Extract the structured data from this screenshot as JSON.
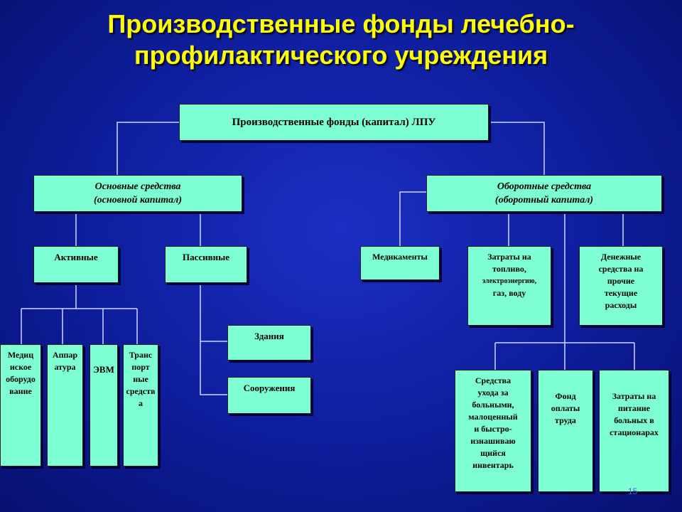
{
  "title": {
    "line1": "Производственные фонды лечебно-",
    "line2": "профилактического учреждения"
  },
  "boxes": {
    "root": "Производственные фонды (капитал) ЛПУ",
    "fixed_line1": "Основные средства",
    "fixed_line2": "(основной капитал)",
    "working_line1": "Оборотные средства",
    "working_line2": "(оборотный капитал)",
    "active": "Активные",
    "passive": "Пассивные",
    "medical_equipment": "Медиц\nиское\nоборудо\nвание",
    "apparatus": "Аппар\nатура",
    "computers": "ЭВМ",
    "transport": "Транс\nпорт\nные\nсредств\nа",
    "buildings": "Здания",
    "structures": "Сооружения",
    "medicines": "Медикаменты",
    "fuel_line1": "Затраты на\nтопливо,",
    "fuel_line2": "электроэнергию,",
    "fuel_line3": "газ, воду",
    "cash": "Денежные\nсредства на\nпрочие\nтекущие\nрасходы",
    "care_supplies": "Средства\nухода за\nбольными,\nмалоценный\nи быстро-\nизнашиваю\nщийся\nинвентарь",
    "payroll": "Фонд\nоплаты\nтруда",
    "food": "Затраты на\nпитание\nбольных в\nстационарах"
  },
  "page_number": "15"
}
